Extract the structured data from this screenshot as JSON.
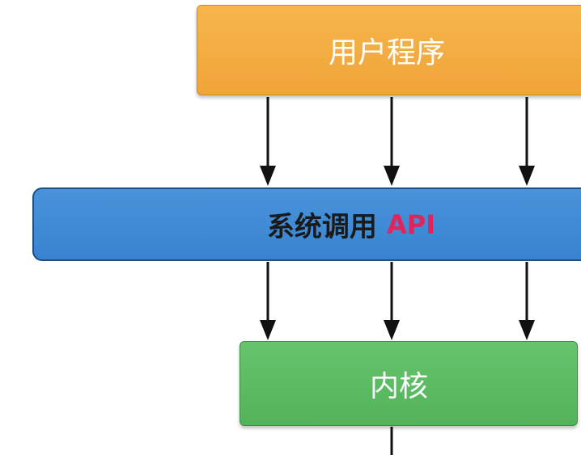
{
  "diagram": {
    "user_program": {
      "label": "用户程序"
    },
    "syscall_api": {
      "label": "系统调用",
      "api": "API"
    },
    "kernel": {
      "label": "内核"
    }
  },
  "colors": {
    "user_program": "#f4ab3f",
    "syscall_api": "#3f8bd6",
    "kernel": "#5bbc63",
    "api_text": "#e0245e",
    "arrow": "#111111"
  }
}
